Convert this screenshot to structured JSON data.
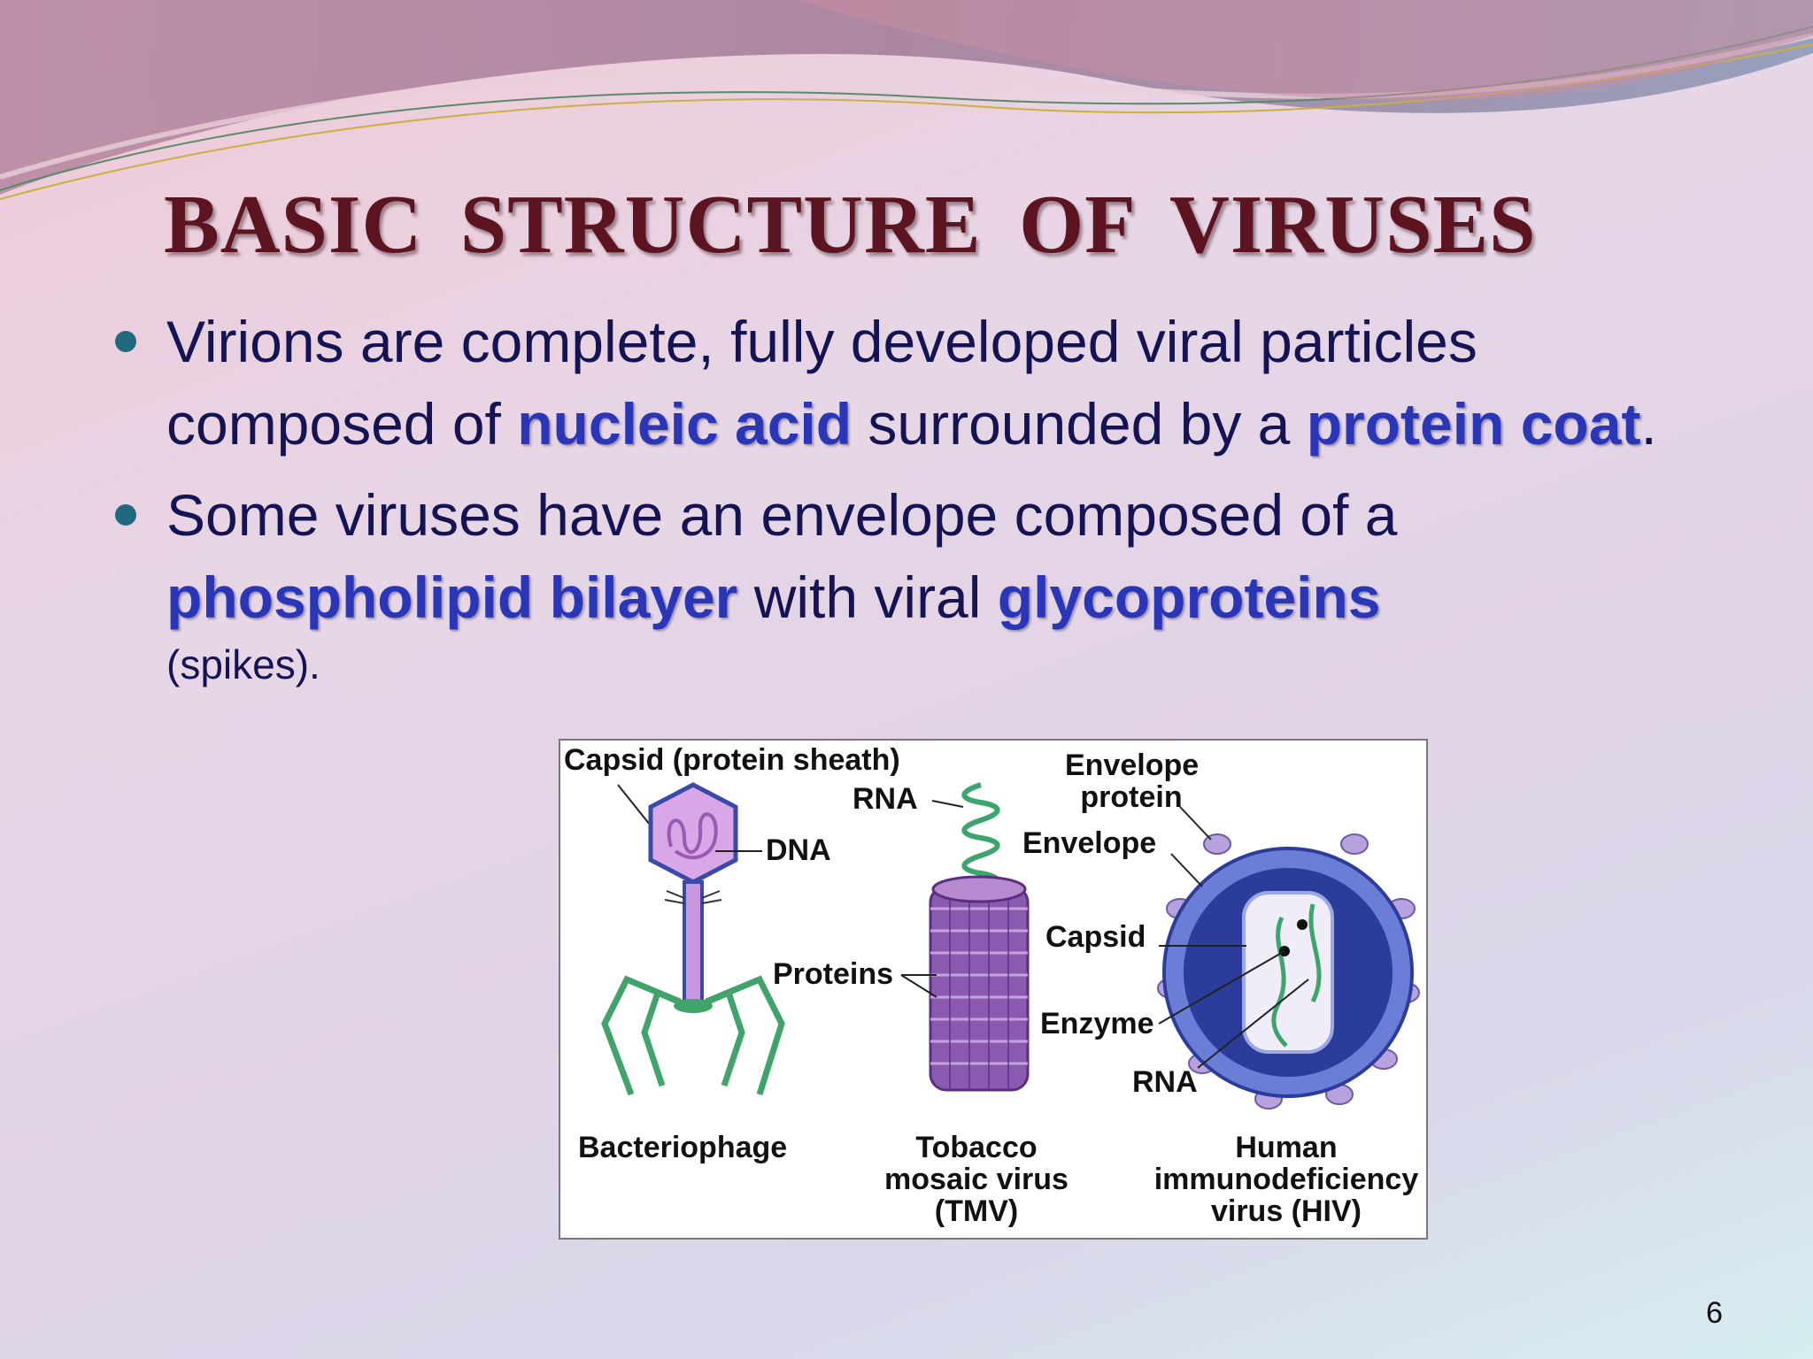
{
  "slide": {
    "title": "BASIC  STRUCTURE  OF  VIRUSES",
    "bullet1": {
      "t1": "Virions are complete, fully developed viral particles composed of ",
      "h1": "nucleic acid",
      "t2": " surrounded by a ",
      "h2": "protein coat",
      "t3": "."
    },
    "bullet2": {
      "t1": " Some viruses have an envelope composed of a ",
      "h1": "phospholipid bilayer",
      "t2": " with viral ",
      "h2": "glycoproteins",
      "t3": "(spikes)."
    },
    "page_number": "6"
  },
  "figure": {
    "labels": {
      "capsid_sheath": "Capsid (protein sheath)",
      "rna_tmv": "RNA",
      "dna": "DNA",
      "proteins": "Proteins",
      "envelope_protein_1": "Envelope",
      "envelope_protein_2": "protein",
      "envelope": "Envelope",
      "capsid": "Capsid",
      "enzyme": "Enzyme",
      "rna_hiv": "RNA"
    },
    "captions": {
      "bacteriophage": "Bacteriophage",
      "tmv_1": "Tobacco",
      "tmv_2": "mosaic virus",
      "tmv_3": "(TMV)",
      "hiv_1": "Human",
      "hiv_2": "immunodeficiency",
      "hiv_3": "virus (HIV)"
    },
    "colors": {
      "phage_head": "#d9a6e6",
      "phage_legs": "#3fa36a",
      "tmv_body": "#8a5ab0",
      "rna_green": "#3aa56c",
      "hiv_envelope": "#6a7ed8",
      "hiv_core": "#2c3c9a",
      "spikes": "#b7a2de"
    }
  }
}
